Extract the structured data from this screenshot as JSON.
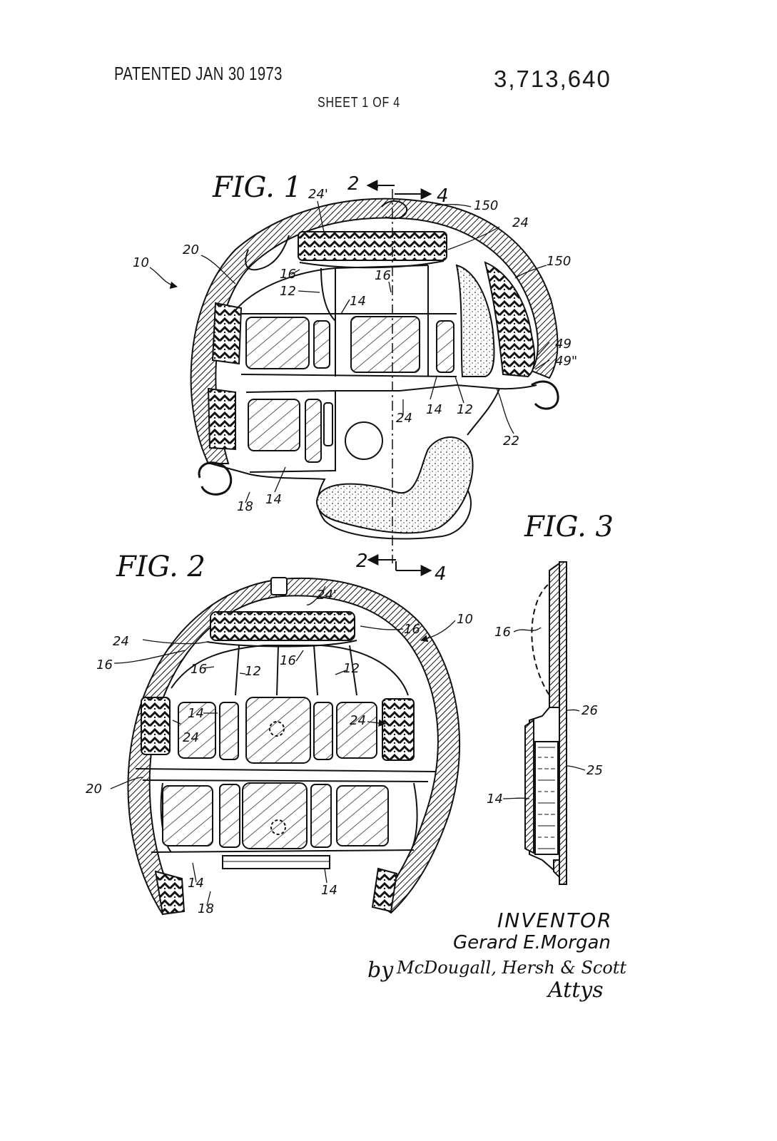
{
  "header": {
    "patented_label": "PATENTED JAN 30 1973",
    "patent_number": "3,713,640",
    "sheet_label": "SHEET 1 OF 4"
  },
  "figures": {
    "fig1": {
      "label": "FIG. 1",
      "refs": [
        "10",
        "20",
        "24'",
        "24",
        "16",
        "12",
        "14",
        "150",
        "49",
        "49\"",
        "22",
        "18"
      ],
      "section_marks": [
        "2",
        "4"
      ]
    },
    "fig2": {
      "label": "FIG. 2",
      "refs": [
        "24'",
        "24",
        "16",
        "12",
        "14",
        "20",
        "18",
        "10"
      ],
      "section_marks": [
        "2",
        "4"
      ]
    },
    "fig3": {
      "label": "FIG. 3",
      "refs": [
        "16",
        "26",
        "25",
        "14"
      ]
    }
  },
  "inventor": {
    "heading": "INVENTOR",
    "name": "Gerard E.Morgan",
    "by": "by",
    "attorneys": "McDougall, Hersh & Scott",
    "attys": "Attys"
  }
}
